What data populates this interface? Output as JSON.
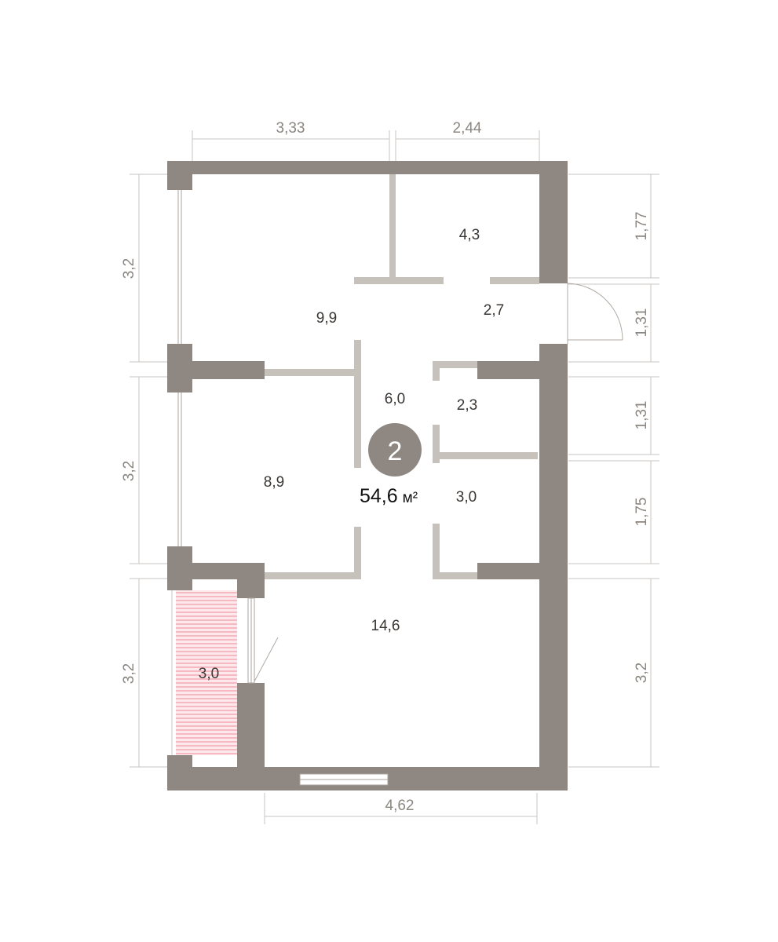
{
  "plan": {
    "rooms_count": "2",
    "total_area": "54,6",
    "total_unit": "м²",
    "rooms": [
      {
        "name": "room-area-9-9",
        "area": "9,9"
      },
      {
        "name": "room-area-4-3",
        "area": "4,3"
      },
      {
        "name": "room-area-2-7",
        "area": "2,7"
      },
      {
        "name": "room-area-6-0",
        "area": "6,0"
      },
      {
        "name": "room-area-2-3",
        "area": "2,3"
      },
      {
        "name": "room-area-8-9",
        "area": "8,9"
      },
      {
        "name": "room-area-3-0-bath",
        "area": "3,0"
      },
      {
        "name": "room-area-14-6",
        "area": "14,6"
      },
      {
        "name": "room-area-3-0-balcony",
        "area": "3,0"
      }
    ],
    "dimensions": {
      "top_left": "3,33",
      "top_right": "2,44",
      "bottom": "4,62",
      "left": [
        "3,2",
        "3,2",
        "3,2"
      ],
      "right": [
        "1,77",
        "1,31",
        "1,31",
        "1,75",
        "3,2"
      ]
    },
    "colors": {
      "wall": "#8f8882",
      "partition": "#c7c1bb",
      "badge": "#8f8882",
      "balcony_hatch": "#f08a9a",
      "dimension_line": "#c8c4c0"
    }
  }
}
